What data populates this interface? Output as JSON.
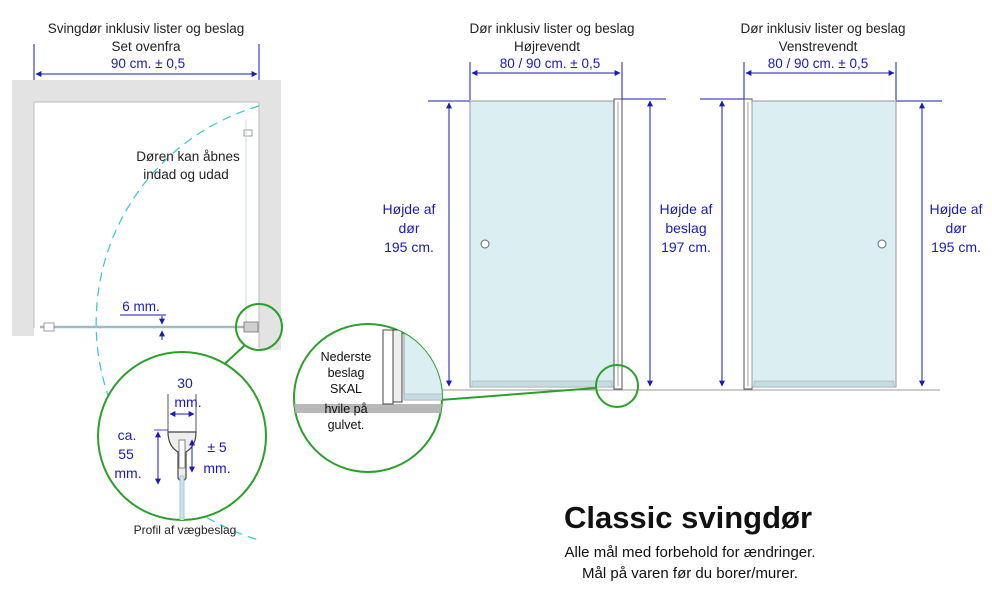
{
  "top_view": {
    "heading": "Svingdør inklusiv lister og beslag",
    "subheading": "Set ovenfra",
    "width": "90 cm. ± 0,5",
    "note_line1": "Døren kan åbnes",
    "note_line2": "indad og udad",
    "gap": "6 mm.",
    "profile_width_1": "30",
    "profile_width_2": "mm.",
    "profile_depth_1": "ca.",
    "profile_depth_2": "55",
    "profile_depth_3": "mm.",
    "profile_tolerance_1": "± 5",
    "profile_tolerance_2": "mm.",
    "profile_caption": "Profil af vægbeslag"
  },
  "right_door": {
    "heading": "Dør inklusiv lister og beslag",
    "subheading": "Højrevendt",
    "width": "80 / 90 cm.  ± 0,5",
    "height_left_1": "Højde af",
    "height_left_2": "dør",
    "height_left_3": "195 cm.",
    "height_right_1": "Højde af",
    "height_right_2": "beslag",
    "height_right_3": "197 cm."
  },
  "left_door": {
    "heading": "Dør inklusiv lister og beslag",
    "subheading": "Venstrevendt",
    "width": "80 / 90 cm.  ± 0,5",
    "height_1": "Højde af",
    "height_2": "dør",
    "height_3": "195 cm."
  },
  "floor_note": {
    "line1": "Nederste",
    "line2": "beslag",
    "line3": "SKAL",
    "line4": "hvile på",
    "line5": "gulvet."
  },
  "footer": {
    "title": "Classic svingdør",
    "line1": "Alle mål med forbehold for ændringer.",
    "line2": "Mål på varen før du borer/murer."
  },
  "colors": {
    "dimension": "#1a1ab8",
    "highlight": "#2aa12a",
    "swing_arc": "#30c8d8",
    "glass": "#dbeff2",
    "wall": "#e3e3e3"
  }
}
